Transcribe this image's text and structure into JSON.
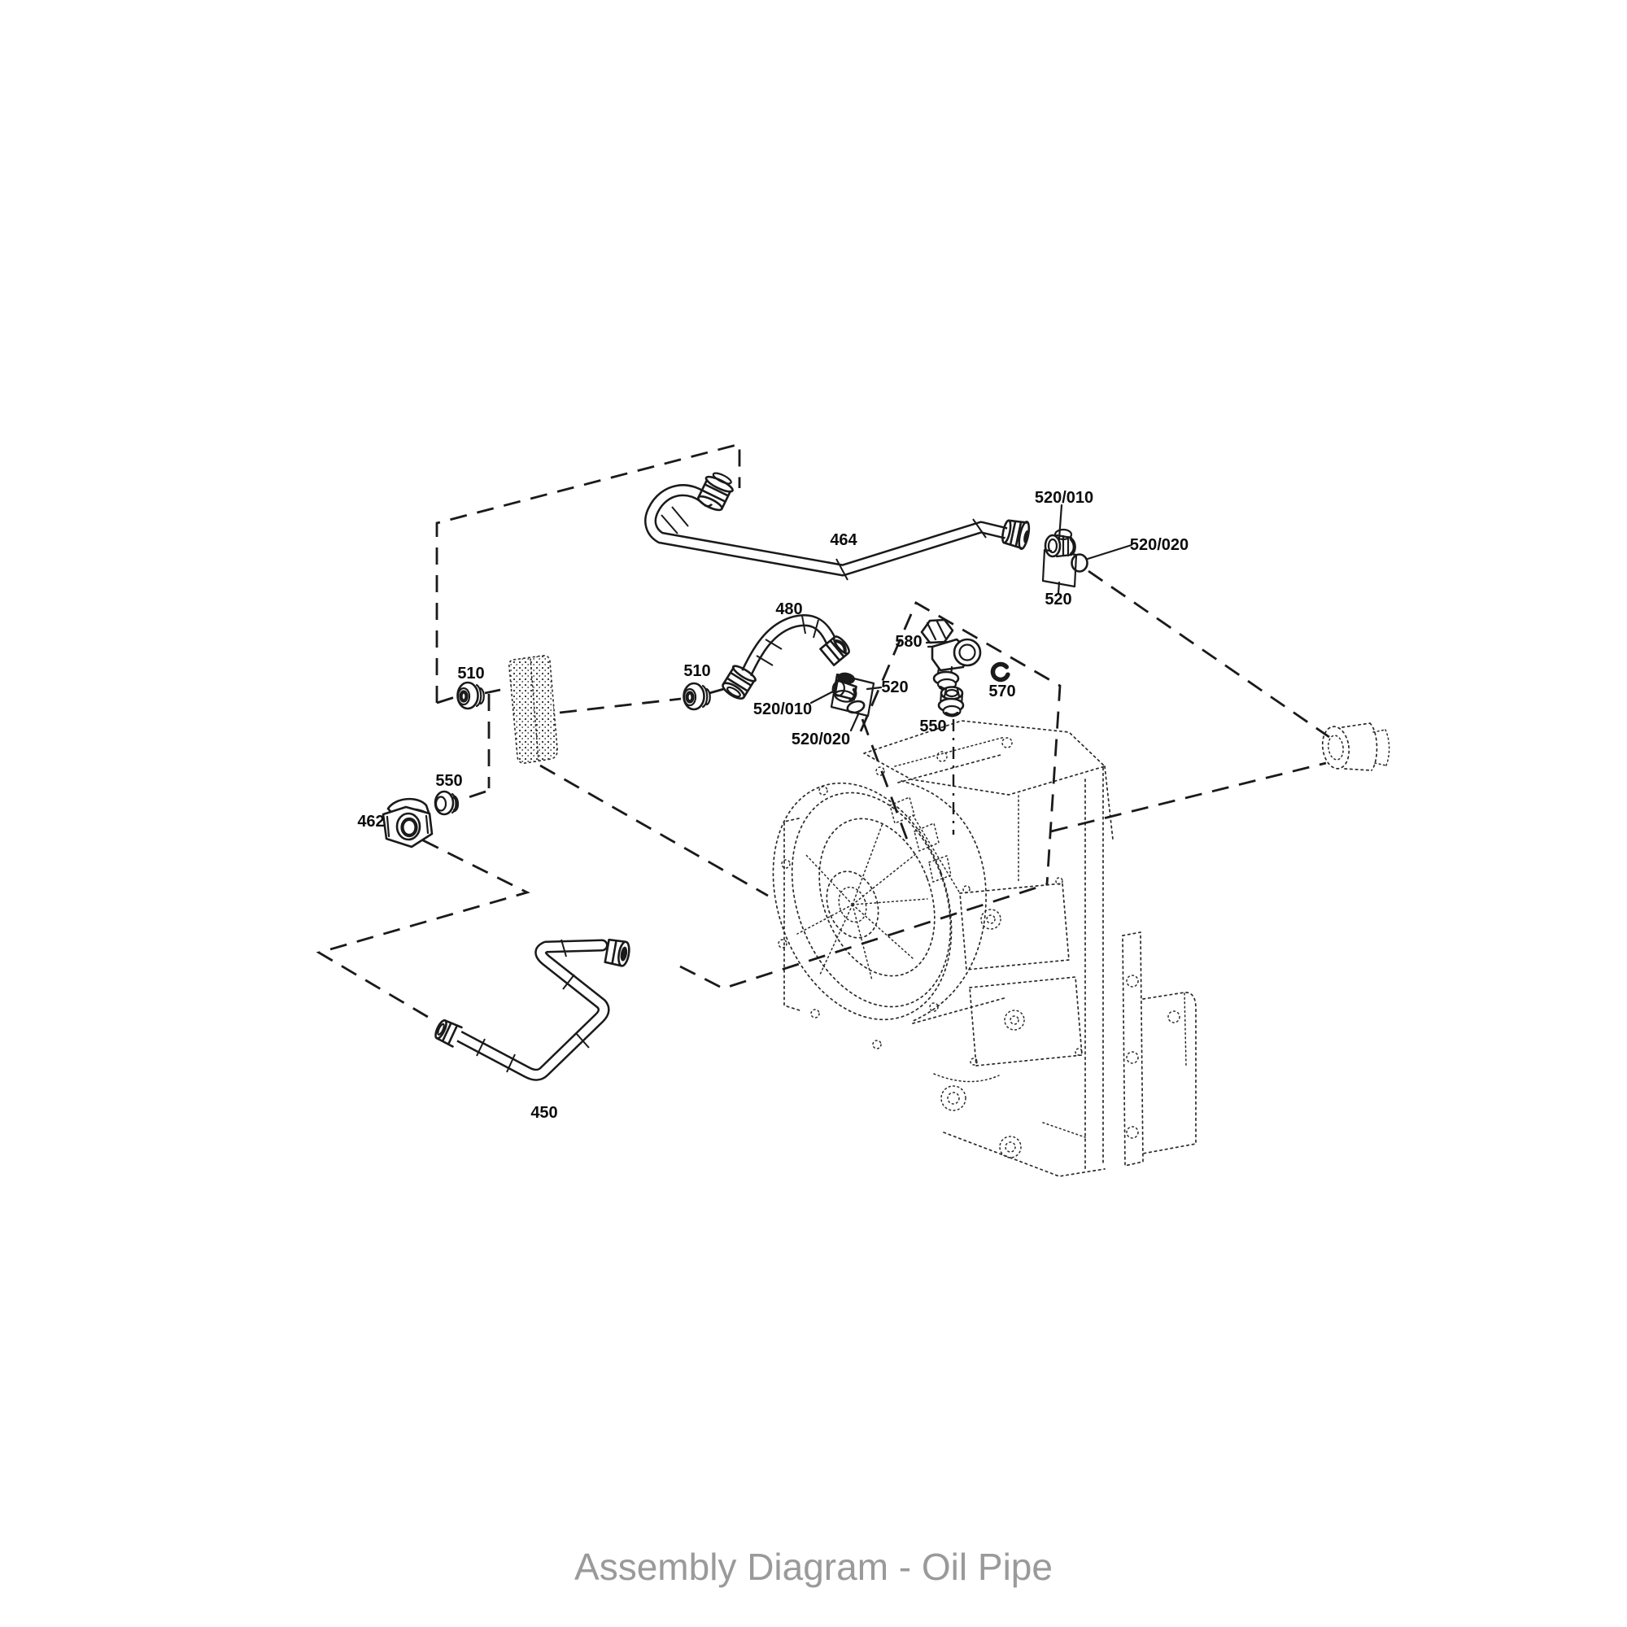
{
  "caption": "Assembly Diagram - Oil Pipe",
  "labels": {
    "l450": "450",
    "l462": "462",
    "l464": "464",
    "l480": "480",
    "l510_left": "510",
    "l510_mid": "510",
    "l520_top": "520",
    "l520_mid": "520",
    "l520_010_top": "520/010",
    "l520_010_mid": "520/010",
    "l520_020_right": "520/020",
    "l520_020_mid": "520/020",
    "l550_left": "550",
    "l550_mid": "550",
    "l570": "570",
    "l580": "580"
  },
  "colors": {
    "line": "#1a1a1a",
    "phantom": "#2a2a2a",
    "caption": "#9a9a9a",
    "background": "#ffffff"
  }
}
